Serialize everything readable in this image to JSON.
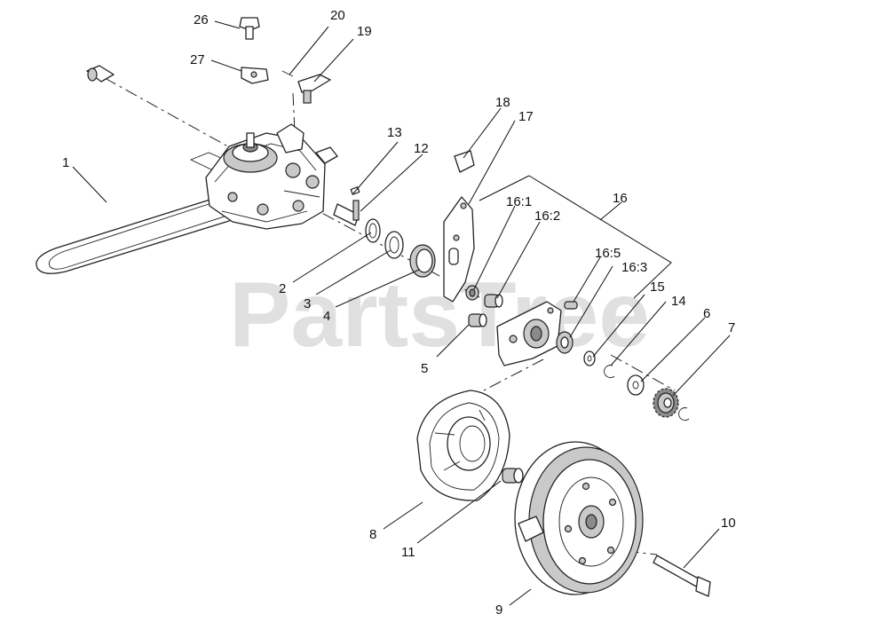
{
  "watermark": "PartsTree",
  "callouts": {
    "c1": "1",
    "c2": "2",
    "c3": "3",
    "c4": "4",
    "c5": "5",
    "c6": "6",
    "c7": "7",
    "c8": "8",
    "c9": "9",
    "c10": "10",
    "c11": "11",
    "c12": "12",
    "c13": "13",
    "c14": "14",
    "c15": "15",
    "c16": "16",
    "c16_1": "16:1",
    "c16_2": "16:2",
    "c16_3": "16:3",
    "c16_5": "16:5",
    "c17": "17",
    "c18": "18",
    "c19": "19",
    "c20": "20",
    "c26": "26",
    "c27": "27"
  }
}
